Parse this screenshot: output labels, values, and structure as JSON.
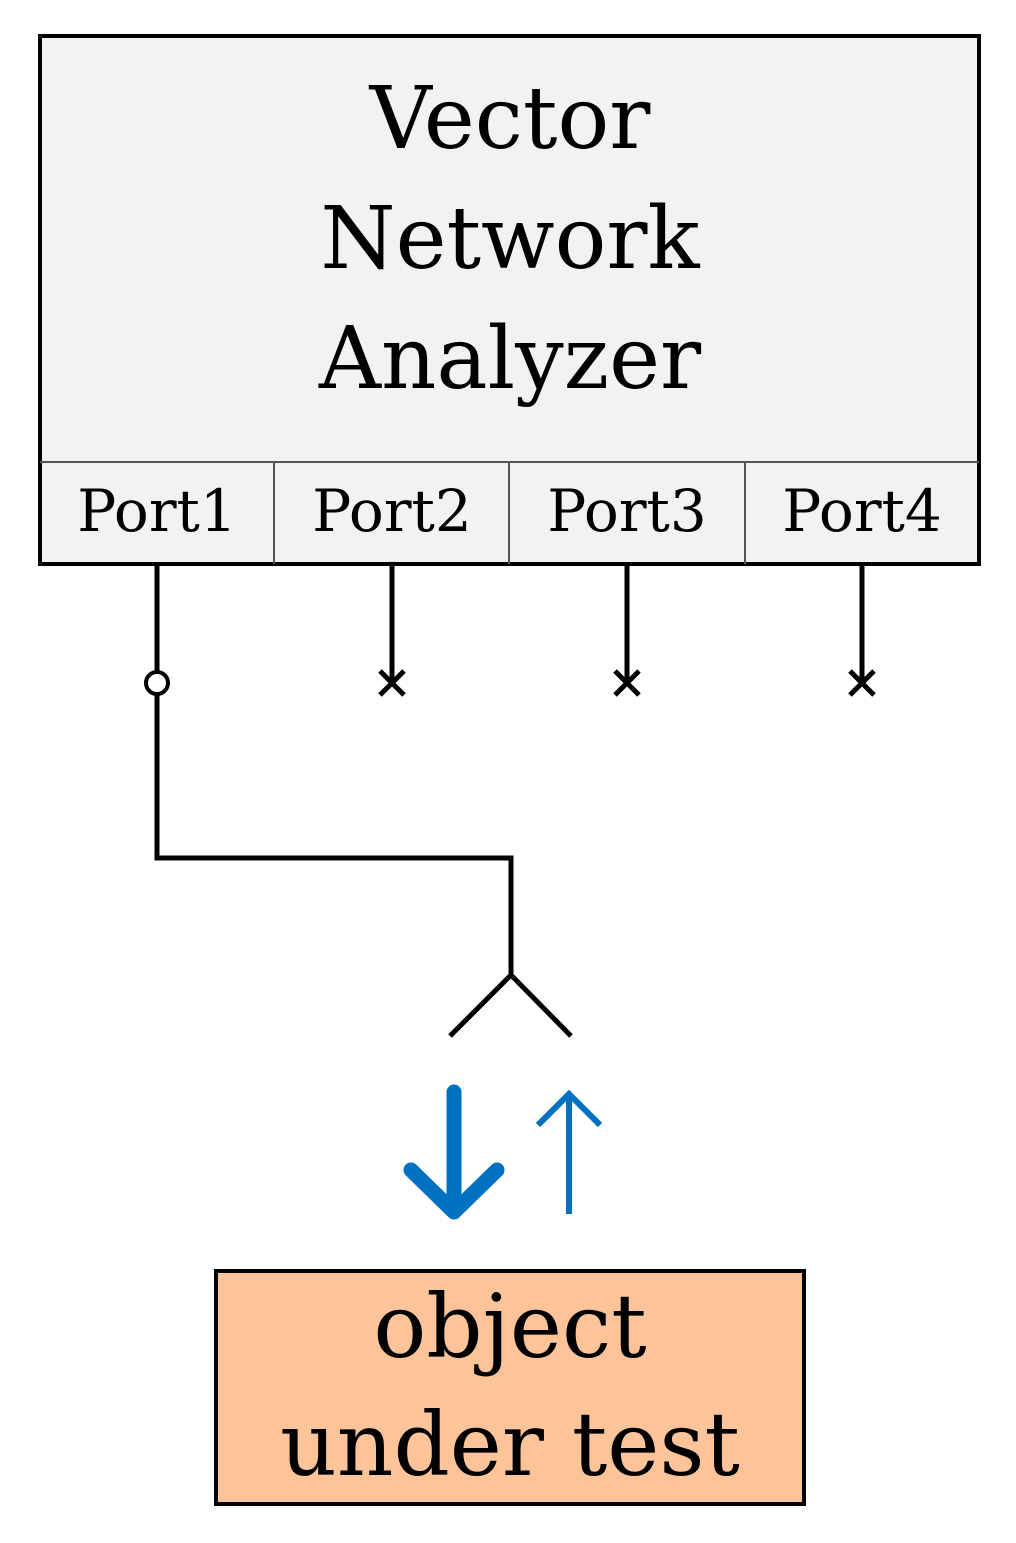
{
  "analyzer": {
    "title_lines": [
      "Vector",
      "Network",
      "Analyzer"
    ],
    "fill_color": "#f2f2f2"
  },
  "ports": [
    {
      "label": "Port1",
      "termination": "open-circle"
    },
    {
      "label": "Port2",
      "termination": "cross"
    },
    {
      "label": "Port3",
      "termination": "cross"
    },
    {
      "label": "Port4",
      "termination": "cross"
    }
  ],
  "antenna": {
    "icon": "antenna-icon"
  },
  "signals": {
    "incident_icon": "arrow-down-icon",
    "reflected_icon": "arrow-up-icon",
    "color": "#0070c0"
  },
  "dut": {
    "lines": [
      "object",
      "under test"
    ],
    "fill_color": "#fdc49a"
  }
}
